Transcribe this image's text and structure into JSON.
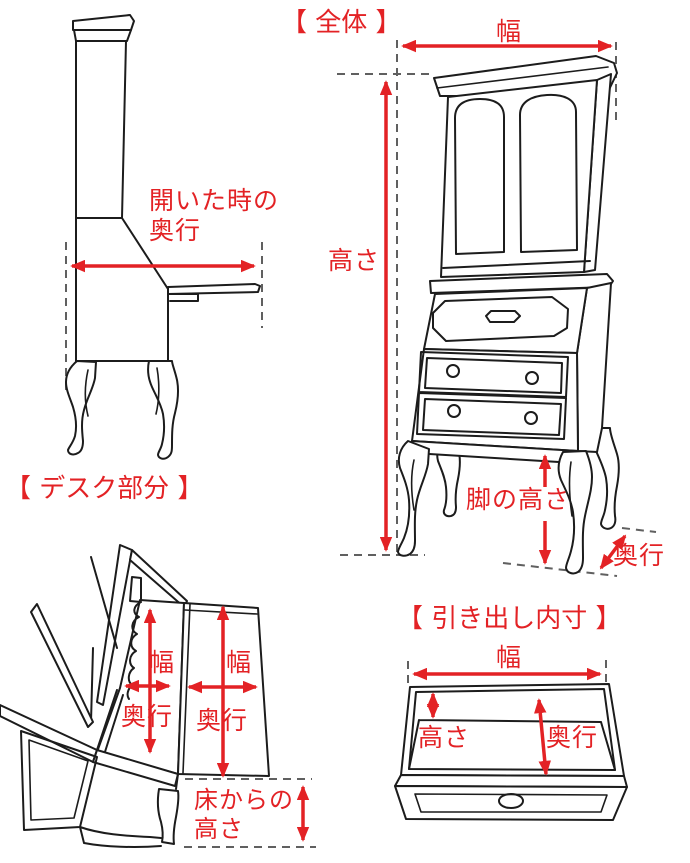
{
  "colors": {
    "accent": "#e32225",
    "line": "#1c1c1c",
    "dash": "#606060",
    "background": "#ffffff"
  },
  "sections": {
    "side_view": {
      "open_depth_label": "開いた時の\n奥行"
    },
    "overall": {
      "title": "【 全体 】",
      "width_label": "幅",
      "height_label": "高さ",
      "leg_height_label": "脚の高さ",
      "depth_label": "奥行"
    },
    "desk": {
      "title": "【 デスク部分 】",
      "inner_width_label": "幅",
      "flap_width_label": "幅",
      "inner_depth_label": "奥行",
      "flap_depth_label": "奥行",
      "floor_height_label": "床からの\n高さ"
    },
    "drawer": {
      "title": "【 引き出し内寸 】",
      "width_label": "幅",
      "height_label": "高さ",
      "depth_label": "奥行"
    }
  }
}
